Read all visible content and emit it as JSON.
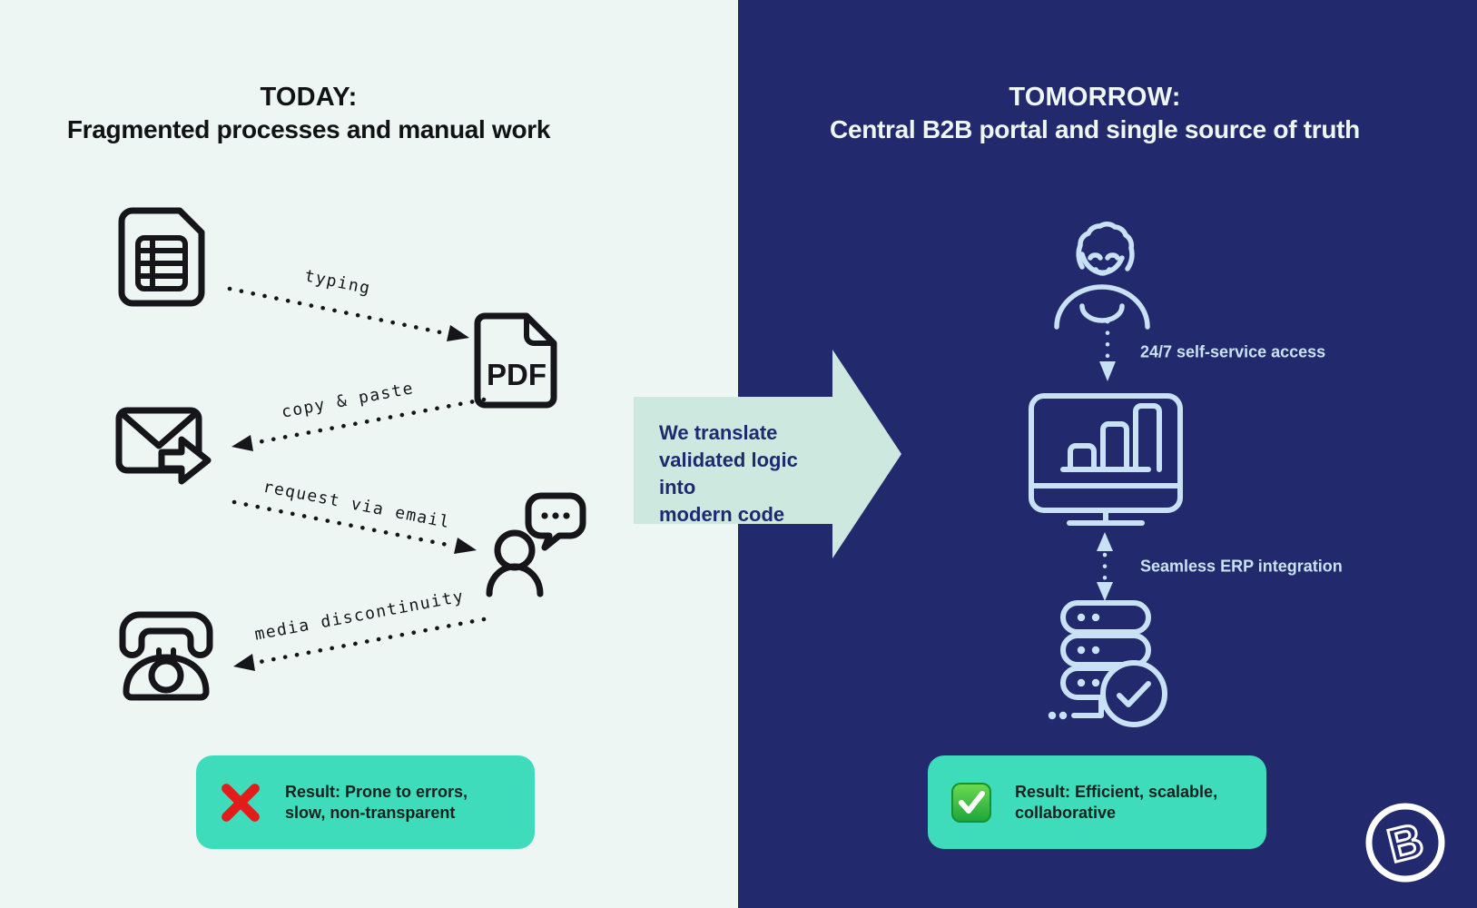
{
  "colors": {
    "light_bg": "#edf6f2",
    "dark_bg": "#222a6d",
    "teal_box": "#3edcba",
    "mint_arrow": "#cde8df",
    "pale_blue": "#c9e1f4",
    "ink": "#15151a",
    "error_red": "#e31b1b",
    "success_green": "#1ba43a"
  },
  "today": {
    "title_line1": "TODAY:",
    "title_line2": "Fragmented processes and manual work",
    "pdf_label": "PDF",
    "flow": [
      {
        "label": "typing"
      },
      {
        "label": "copy & paste"
      },
      {
        "label": "request via email"
      },
      {
        "label": "media discontinuity"
      }
    ],
    "result_line1": "Result: Prone to errors,",
    "result_line2": "slow, non-transparent"
  },
  "transition": {
    "line1": "We translate",
    "line2": "validated logic into",
    "line3": "modern code"
  },
  "tomorrow": {
    "title_line1": "TOMORROW:",
    "title_line2": "Central B2B portal and single source of truth",
    "label_access": "24/7 self-service access",
    "label_erp": "Seamless ERP integration",
    "result_line1": "Result: Efficient, scalable,",
    "result_line2": "collaborative",
    "logo_letter": "B"
  }
}
